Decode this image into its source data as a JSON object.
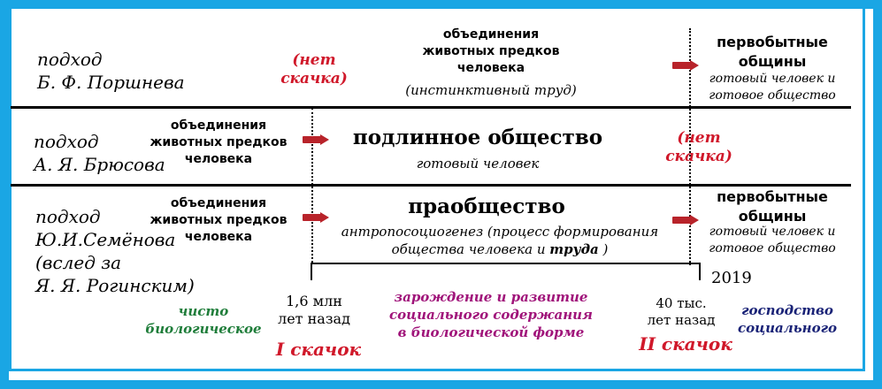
{
  "row1": {
    "approach": "подход\nБ. Ф. Поршнева",
    "no_jump": "(нет\nскачка)",
    "animal_unions": "объединения\nживотных предков\nчеловека",
    "instinct_labor": "(инстинктивный труд)",
    "primitive": "первобытные\nобщины",
    "ready": "готовый человек и\nготовое общество"
  },
  "row2": {
    "approach": "подход\nА. Я. Брюсова",
    "animal_unions": "объединения\nживотных предков\nчеловека",
    "true_society": "подлинное общество",
    "ready_human": "готовый человек",
    "no_jump": "(нет\nскачка)"
  },
  "row3": {
    "approach": "подход\nЮ.И.Семёнова\n(вслед за\nЯ. Я. Рогинским)",
    "animal_unions": "объединения\nживотных предков\nчеловека",
    "proto_society": "праобщество",
    "anthropo_a": "антропосоциогенез (процесс формирования",
    "anthropo_b": "общества человека и ",
    "labor": "труда",
    "anthropo_c": " )",
    "primitive": "первобытные\nобщины",
    "ready": "готовый человек и\nготовое общество"
  },
  "timeline": {
    "year": "2019",
    "t1": "1,6 млн\nлет назад",
    "t2": "40 тыс.\nлет назад",
    "pure_bio": "чисто\nбиологическое",
    "origin": "зарождение и развитие\nсоциального содержания\nв биологической форме",
    "dominance": "господство\nсоциального",
    "jump1": "I скачок",
    "jump2": "II скачок"
  },
  "colors": {
    "frame": "#1aa6e4",
    "arrow": "#b8232a",
    "red": "#d0182a",
    "green": "#1f7d3a",
    "purple": "#a0147a",
    "navy": "#1a2377"
  }
}
